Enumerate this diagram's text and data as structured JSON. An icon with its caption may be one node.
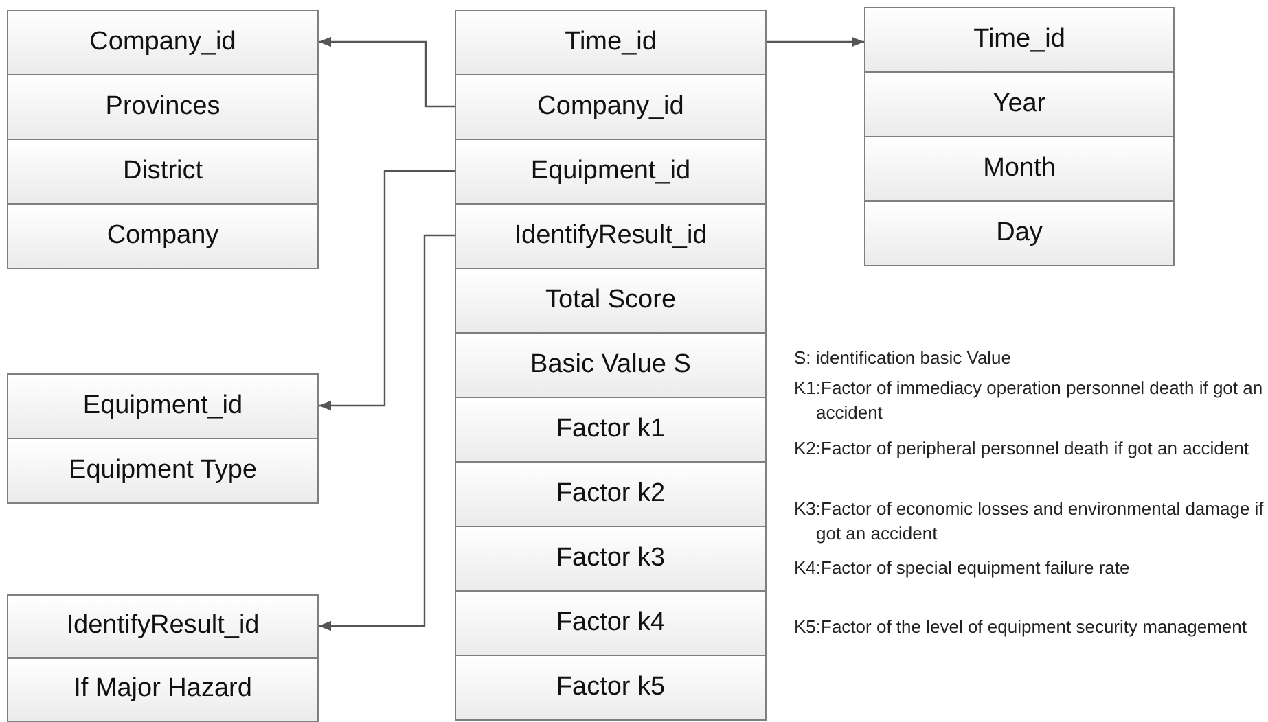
{
  "diagram": {
    "nodes": [
      {
        "text": [
          "Company_id"
        ]
      },
      {
        "text": [
          "Provinces"
        ]
      },
      {
        "text": [
          "District"
        ]
      },
      {
        "text": [
          "Company"
        ]
      },
      {
        "text": [
          "Time_id"
        ]
      },
      {
        "text": [
          "Company_id"
        ]
      },
      {
        "text": [
          "Equipment_id"
        ]
      },
      {
        "text": [
          "IdentifyResult_id"
        ]
      },
      {
        "text": [
          "Total Score"
        ]
      },
      {
        "text": [
          "Basic Value S"
        ]
      },
      {
        "text": [
          "Factor k1"
        ]
      },
      {
        "text": [
          "Factor k2"
        ]
      },
      {
        "text": [
          "Factor k3"
        ]
      },
      {
        "text": [
          "Factor k4"
        ]
      },
      {
        "text": [
          "Factor k5"
        ]
      },
      {
        "text": [
          "Time_id"
        ]
      },
      {
        "text": [
          "Year"
        ]
      },
      {
        "text": [
          "Month"
        ]
      },
      {
        "text": [
          "Day"
        ]
      },
      {
        "text": [
          "Equipment_id"
        ]
      },
      {
        "text": [
          "Equipment Type"
        ]
      },
      {
        "text": [
          "IdentifyResult_id"
        ]
      },
      {
        "text": [
          "If Major Hazard"
        ]
      }
    ],
    "edges": [
      {
        "from": 4,
        "to": 15,
        "arrow": "to"
      },
      {
        "from": 5,
        "to": 0,
        "arrow": "to"
      },
      {
        "from": 6,
        "to": 19,
        "arrow": "to"
      },
      {
        "from": 7,
        "to": 21,
        "arrow": "to"
      }
    ],
    "labels": [
      "S: identification basic Value",
      "K1:Factor of immediacy operation personnel death if got an accident",
      "K2:Factor of peripheral personnel death if got an accident",
      "K3:Factor of economic losses and environmental damage if got an accident",
      "K4:Factor of special equipment failure rate",
      "K5:Factor of the level of equipment security management"
    ]
  }
}
